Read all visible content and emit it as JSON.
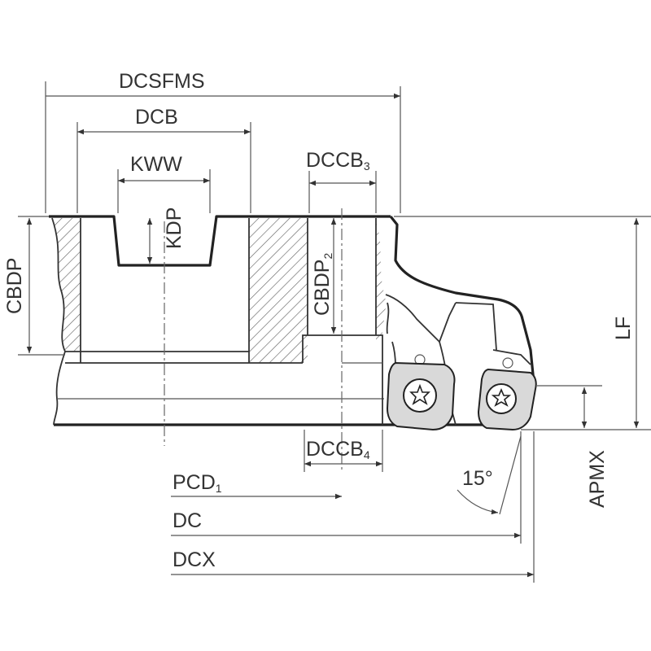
{
  "labels": {
    "dcsfms": "DCSFMS",
    "dcb": "DCB",
    "kww": "KWW",
    "kdp": "KDP",
    "cbdp": "CBDP",
    "dccb3_main": "DCCB",
    "dccb3_sub": "3",
    "cbdp2_main": "CBDP",
    "cbdp2_sub": "2",
    "dccb4_main": "DCCB",
    "dccb4_sub": "4",
    "pcd1_main": "PCD",
    "pcd1_sub": "1",
    "dc": "DC",
    "dcx": "DCX",
    "lf": "LF",
    "apmx": "APMX",
    "angle": "15°"
  },
  "colors": {
    "line": "#222222",
    "insert": "#d9d9d9",
    "hatch": "#555555"
  }
}
